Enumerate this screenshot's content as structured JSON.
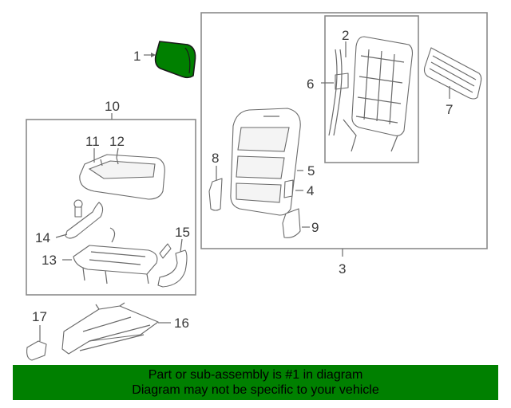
{
  "diagram": {
    "callouts": {
      "c1": "1",
      "c2": "2",
      "c3": "3",
      "c4": "4",
      "c5": "5",
      "c6": "6",
      "c7": "7",
      "c8": "8",
      "c9": "9",
      "c10": "10",
      "c11": "11",
      "c12": "12",
      "c13": "13",
      "c14": "14",
      "c15": "15",
      "c16": "16",
      "c17": "17"
    },
    "highlight_color": "#008000"
  },
  "banner": {
    "line1": "Part or sub-assembly is #1 in diagram",
    "line2": "Diagram may not be specific to your vehicle"
  }
}
